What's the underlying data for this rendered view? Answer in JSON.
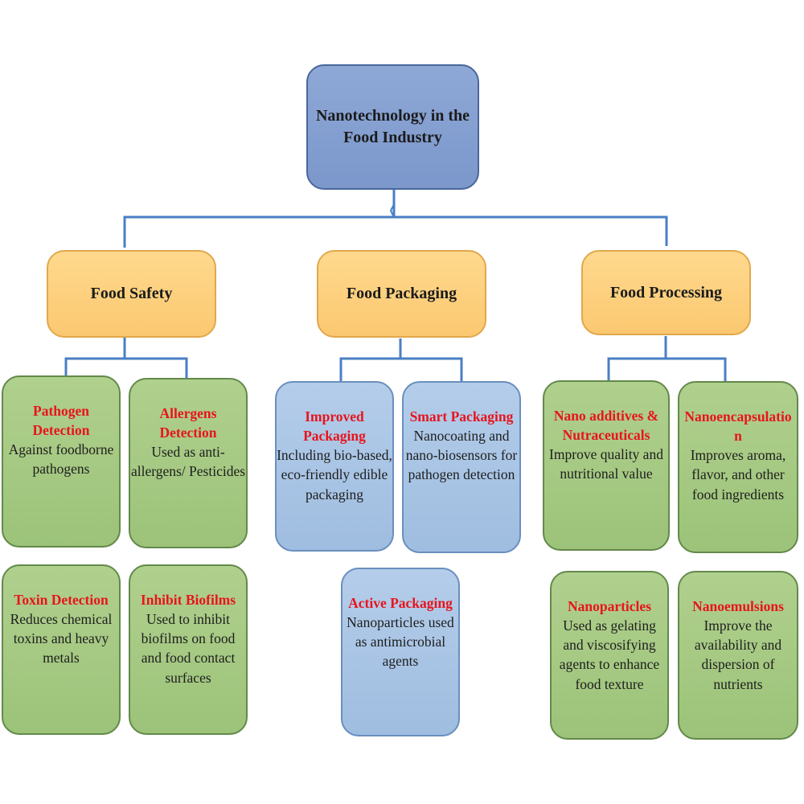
{
  "root": {
    "label": "Nanotechnology in the Food Industry"
  },
  "categories": [
    {
      "label": "Food Safety",
      "items": [
        {
          "title": "Pathogen Detection",
          "desc": "Against foodborne pathogens"
        },
        {
          "title": "Allergens Detection",
          "desc": "Used as anti-allergens/ Pesticides"
        },
        {
          "title": "Toxin Detection",
          "desc": "Reduces chemical toxins and heavy metals"
        },
        {
          "title": "Inhibit Biofilms",
          "desc": "Used to inhibit biofilms on food and food contact surfaces"
        }
      ]
    },
    {
      "label": "Food Packaging",
      "items": [
        {
          "title": "Improved Packaging",
          "desc": "Including bio-based, eco-friendly edible packaging"
        },
        {
          "title": "Smart Packaging",
          "desc": "Nanocoating and nano-biosensors for pathogen detection"
        },
        {
          "title": "Active Packaging",
          "desc": "Nanoparticles used as antimicrobial agents"
        }
      ]
    },
    {
      "label": "Food Processing",
      "items": [
        {
          "title": "Nano additives & Nutraceuticals",
          "desc": "Improve quality and nutritional value"
        },
        {
          "title": "Nanoencapsulation",
          "desc": "Improves aroma, flavor, and other food ingredients"
        },
        {
          "title": "Nanoparticles",
          "desc": "Used as gelating and viscosifying agents to enhance food texture"
        },
        {
          "title": "Nanoemulsions",
          "desc": "Improve the availability and dispersion of nutrients"
        }
      ]
    }
  ],
  "colors": {
    "root_fill": "#8ea8d6",
    "category_fill": "#fbc870",
    "safety_processing_fill": "#9cc379",
    "packaging_fill": "#9fbde0",
    "title_red": "#e8141c",
    "connector": "#4a7fc4"
  }
}
